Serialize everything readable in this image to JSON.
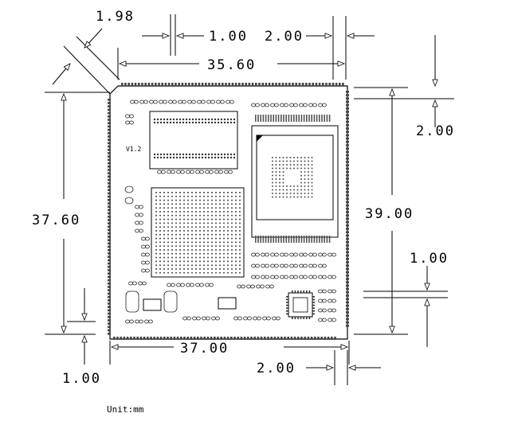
{
  "dimensions": {
    "corner_chamfer": "1.98",
    "top_left_gap": "1.00",
    "top_right_gap": "2.00",
    "top_width": "35.60",
    "left_height": "37.60",
    "right_height": "39.00",
    "right_top_gap": "2.00",
    "right_bottom_gap": "1.00",
    "bottom_width": "37.00",
    "bottom_right_gap": "2.00",
    "bottom_left_gap": "1.00"
  },
  "board": {
    "version_label": "V1.2"
  },
  "footer": {
    "unit_label": "Unit:mm"
  }
}
